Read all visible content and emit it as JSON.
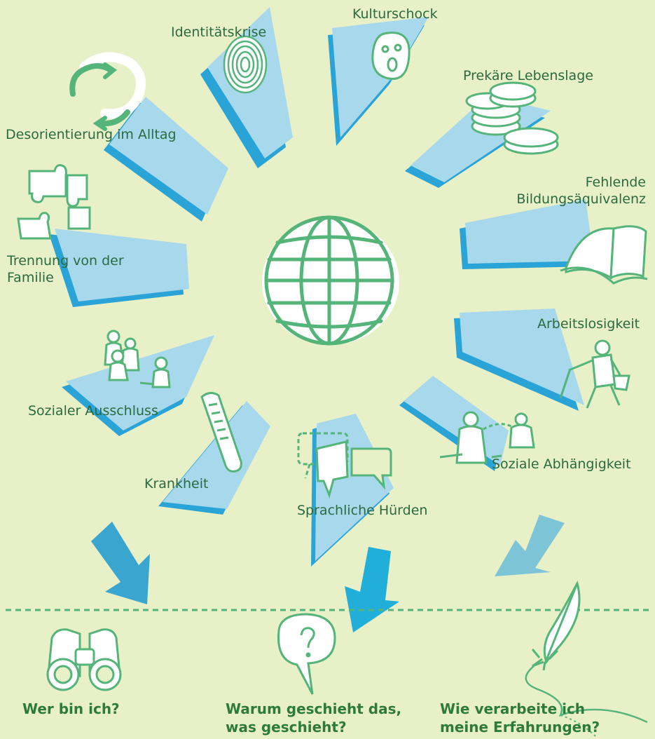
{
  "colors": {
    "background": "#e8f0c8",
    "panel": "#a8d8ec",
    "panel_shadow": "#2aa3d6",
    "icon_stroke": "#55b47a",
    "label_text": "#2b6a3e",
    "question_text": "#2d7a3a",
    "divider": "#55b47a"
  },
  "center": {
    "icon": "globe-icon"
  },
  "challenges": [
    {
      "label": "Identitätskrise",
      "icon": "fingerprint-icon"
    },
    {
      "label": "Kulturschock",
      "icon": "surprised-face-icon"
    },
    {
      "label": "Prekäre Lebenslage",
      "icon": "coin-stack-icon"
    },
    {
      "label": "Fehlende Bildungsäquivalenz",
      "lines": [
        "Fehlende",
        "Bildungsäquivalenz"
      ],
      "icon": "open-book-icon"
    },
    {
      "label": "Arbeitslosigkeit",
      "icon": "worker-shovel-icon"
    },
    {
      "label": "Soziale Abhängigkeit",
      "icon": "connected-people-icon"
    },
    {
      "label": "Sprachliche Hürden",
      "icon": "speech-bubbles-icon"
    },
    {
      "label": "Krankheit",
      "icon": "thermometer-icon"
    },
    {
      "label": "Sozialer Ausschluss",
      "icon": "excluded-person-icon"
    },
    {
      "label": "Trennung von der Familie",
      "lines": [
        "Trennung von der",
        "Familie"
      ],
      "icon": "puzzle-pieces-icon"
    },
    {
      "label": "Desorientierung im Alltag",
      "icon": "circular-arrows-icon"
    }
  ],
  "questions": [
    {
      "label": "Wer bin ich?",
      "icon": "binoculars-icon"
    },
    {
      "label": "Warum geschieht das, was geschieht?",
      "lines": [
        "Warum geschieht das,",
        "was geschieht?"
      ],
      "icon": "question-bubble-icon"
    },
    {
      "label": "Wie verarbeite ich meine Erfahrungen?",
      "lines": [
        "Wie verarbeite ich",
        "meine Erfahrungen?"
      ],
      "icon": "quill-pen-icon"
    }
  ]
}
